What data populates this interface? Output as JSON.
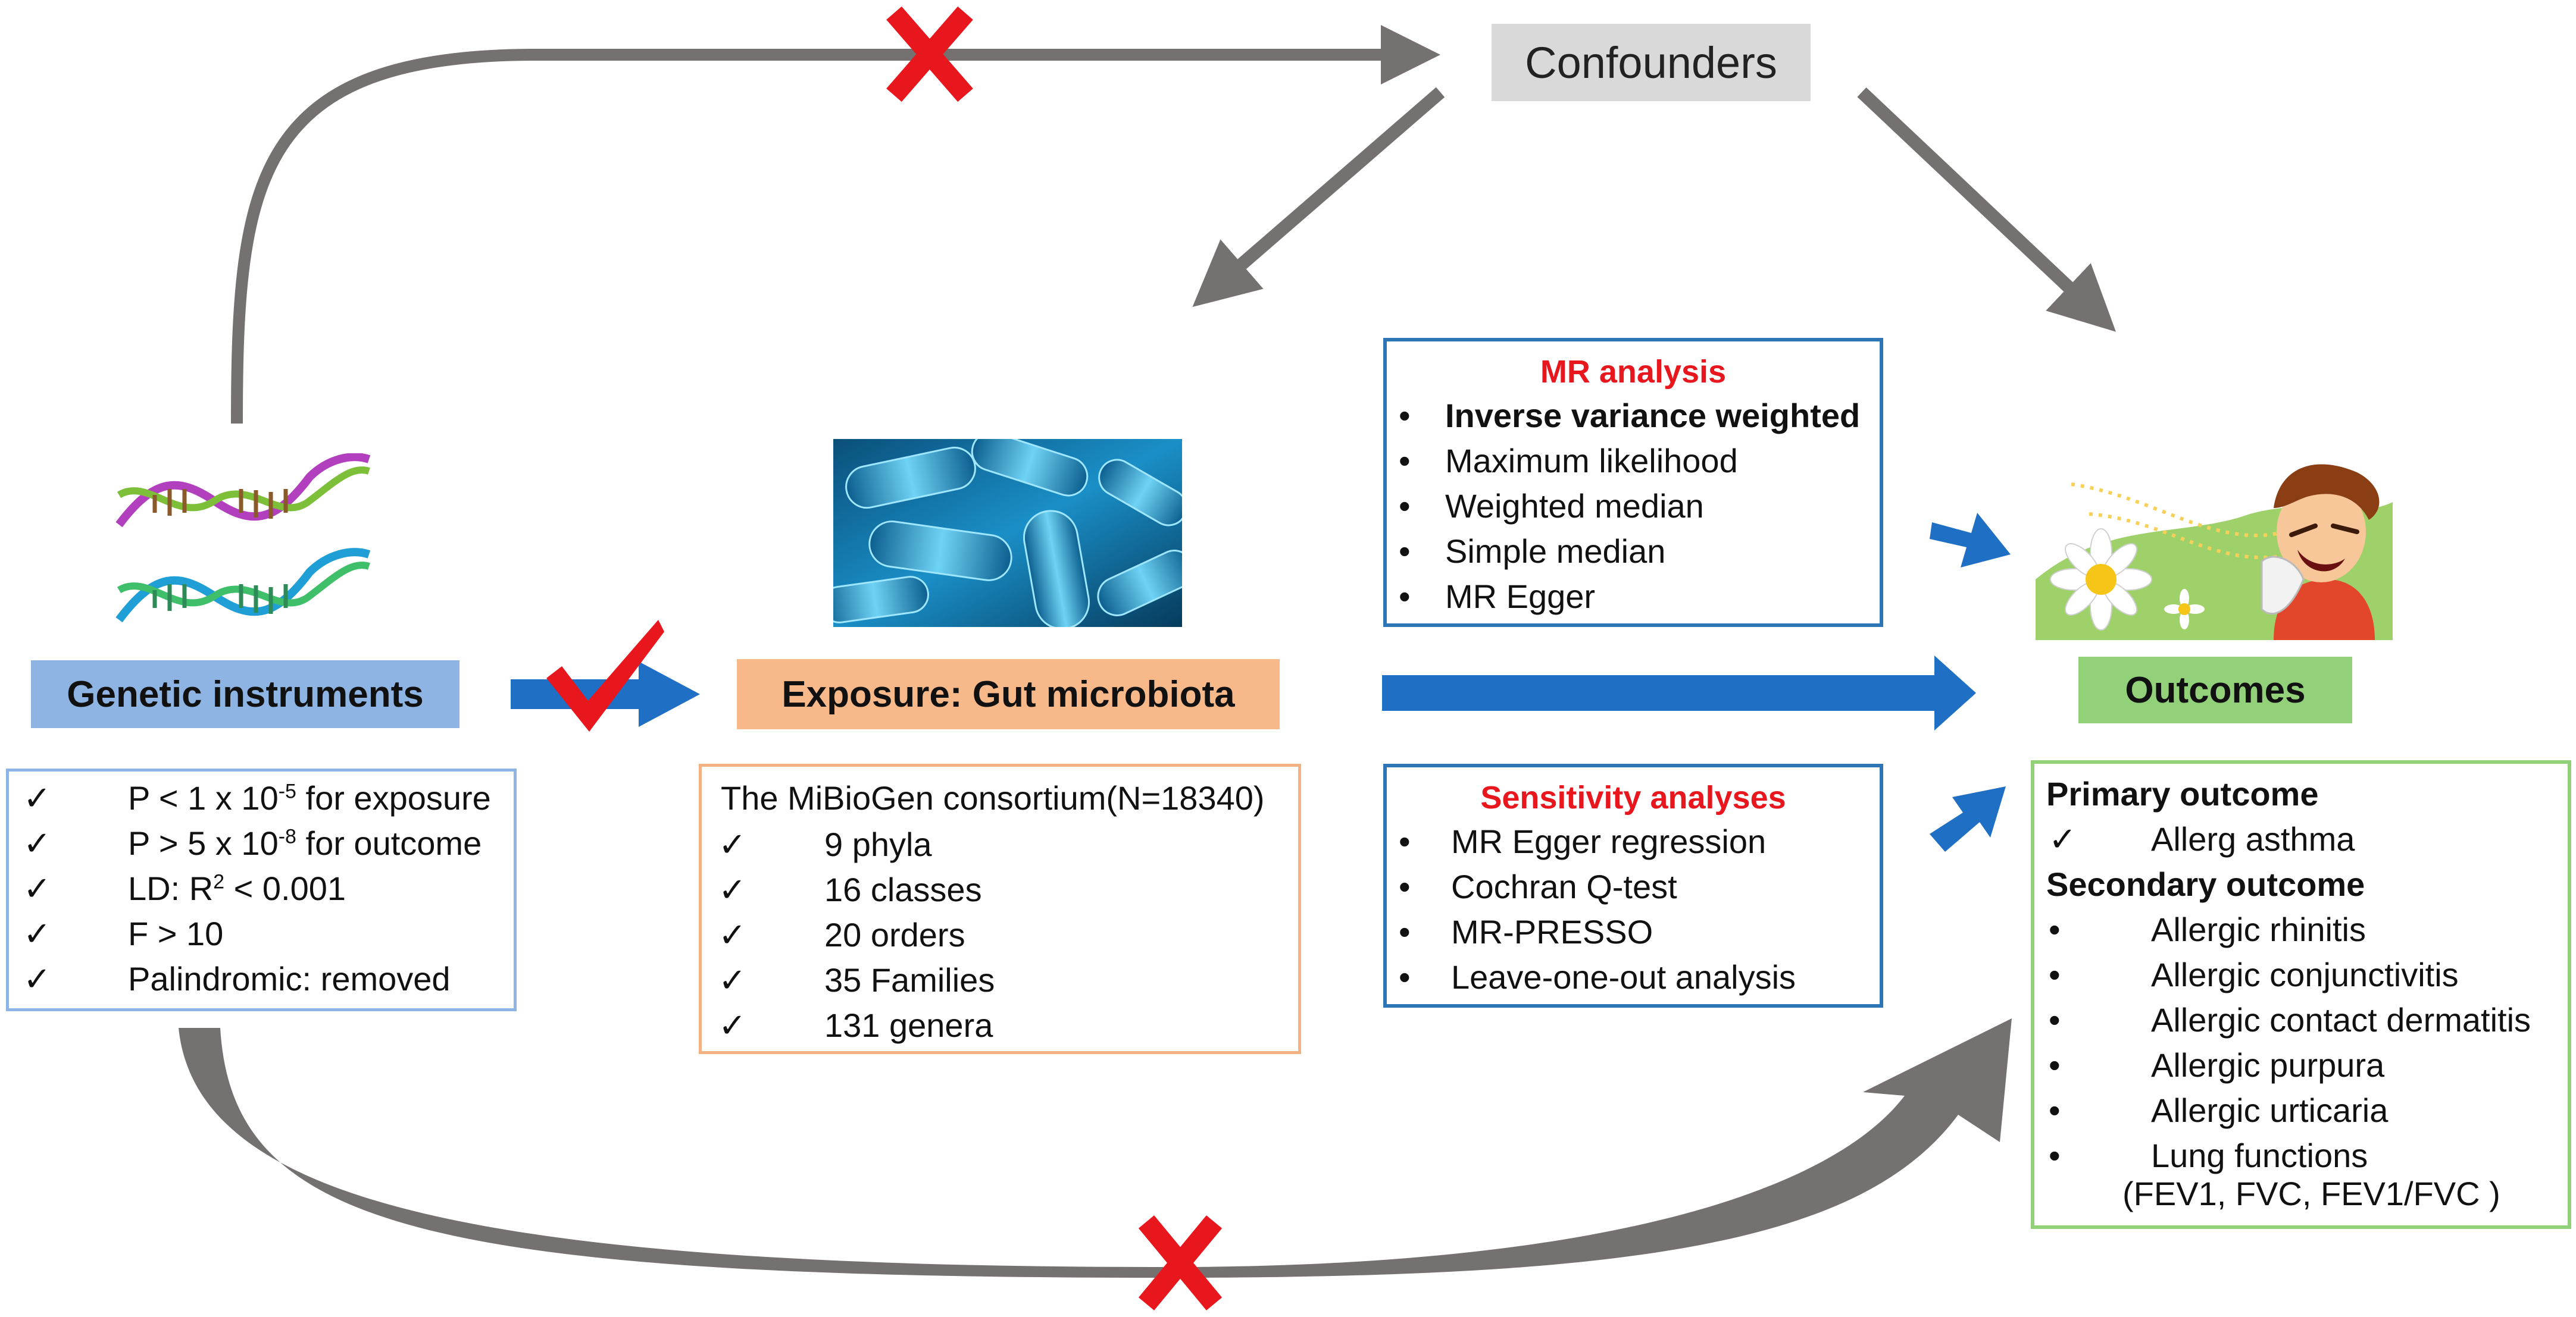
{
  "confounders": {
    "label": "Confounders"
  },
  "genetic": {
    "label": "Genetic instruments",
    "criteria": [
      {
        "mark": "✓",
        "pre": "P < 1 x 10",
        "sup": "-5",
        "post": " for exposure"
      },
      {
        "mark": "✓",
        "pre": "P > 5 x 10",
        "sup": "-8",
        "post": " for outcome"
      },
      {
        "mark": "✓",
        "pre": "LD: R",
        "sup": "2",
        "post": " < 0.001"
      },
      {
        "mark": "✓",
        "pre": "F > 10",
        "sup": "",
        "post": ""
      },
      {
        "mark": "✓",
        "pre": "Palindromic: removed",
        "sup": "",
        "post": ""
      }
    ]
  },
  "exposure": {
    "label": "Exposure: Gut microbiota",
    "consortium": "The MiBioGen consortium(N=18340)",
    "items": [
      {
        "mark": "✓",
        "text": "9 phyla"
      },
      {
        "mark": "✓",
        "text": "16 classes"
      },
      {
        "mark": "✓",
        "text": "20 orders"
      },
      {
        "mark": "✓",
        "text": "35 Families"
      },
      {
        "mark": "✓",
        "text": "131 genera"
      }
    ]
  },
  "mr_analysis": {
    "title": "MR analysis",
    "items": [
      {
        "bullet": "•",
        "text": "Inverse variance weighted",
        "bold": true
      },
      {
        "bullet": "•",
        "text": "Maximum likelihood",
        "bold": false
      },
      {
        "bullet": "•",
        "text": "Weighted median",
        "bold": false
      },
      {
        "bullet": "•",
        "text": "Simple median",
        "bold": false
      },
      {
        "bullet": "•",
        "text": "MR Egger",
        "bold": false
      }
    ]
  },
  "sensitivity": {
    "title": "Sensitivity analyses",
    "items": [
      {
        "bullet": "•",
        "text": "MR Egger regression"
      },
      {
        "bullet": "•",
        "text": "Cochran Q-test"
      },
      {
        "bullet": "•",
        "text": "MR-PRESSO"
      },
      {
        "bullet": "•",
        "text": "Leave-one-out analysis"
      }
    ]
  },
  "outcomes": {
    "label": "Outcomes",
    "primary_title": "Primary outcome",
    "primary_items": [
      {
        "mark": "✓",
        "text": "Allerg asthma"
      }
    ],
    "secondary_title": "Secondary outcome",
    "secondary_items": [
      {
        "bullet": "•",
        "text": "Allergic rhinitis"
      },
      {
        "bullet": "•",
        "text": "Allergic conjunctivitis"
      },
      {
        "bullet": "•",
        "text": "Allergic contact dermatitis"
      },
      {
        "bullet": "•",
        "text": "Allergic purpura"
      },
      {
        "bullet": "•",
        "text": "Allergic urticaria"
      },
      {
        "bullet": "•",
        "text": "Lung functions"
      }
    ],
    "lung_detail": "(FEV1, FVC, FEV1/FVC )"
  },
  "colors": {
    "grey_arrow": "#767171",
    "blue_arrow": "#1f6fc5",
    "red_mark": "#e8161d",
    "genetic_fill": "#8eb4e3",
    "genetic_border": "#8eb4e3",
    "exposure_fill": "#f8b98a",
    "exposure_border": "#f4b183",
    "mr_border": "#2e75b6",
    "outcomes_fill": "#92d17a",
    "outcomes_border": "#92d17a",
    "confounders_fill": "#d9d9d9"
  }
}
